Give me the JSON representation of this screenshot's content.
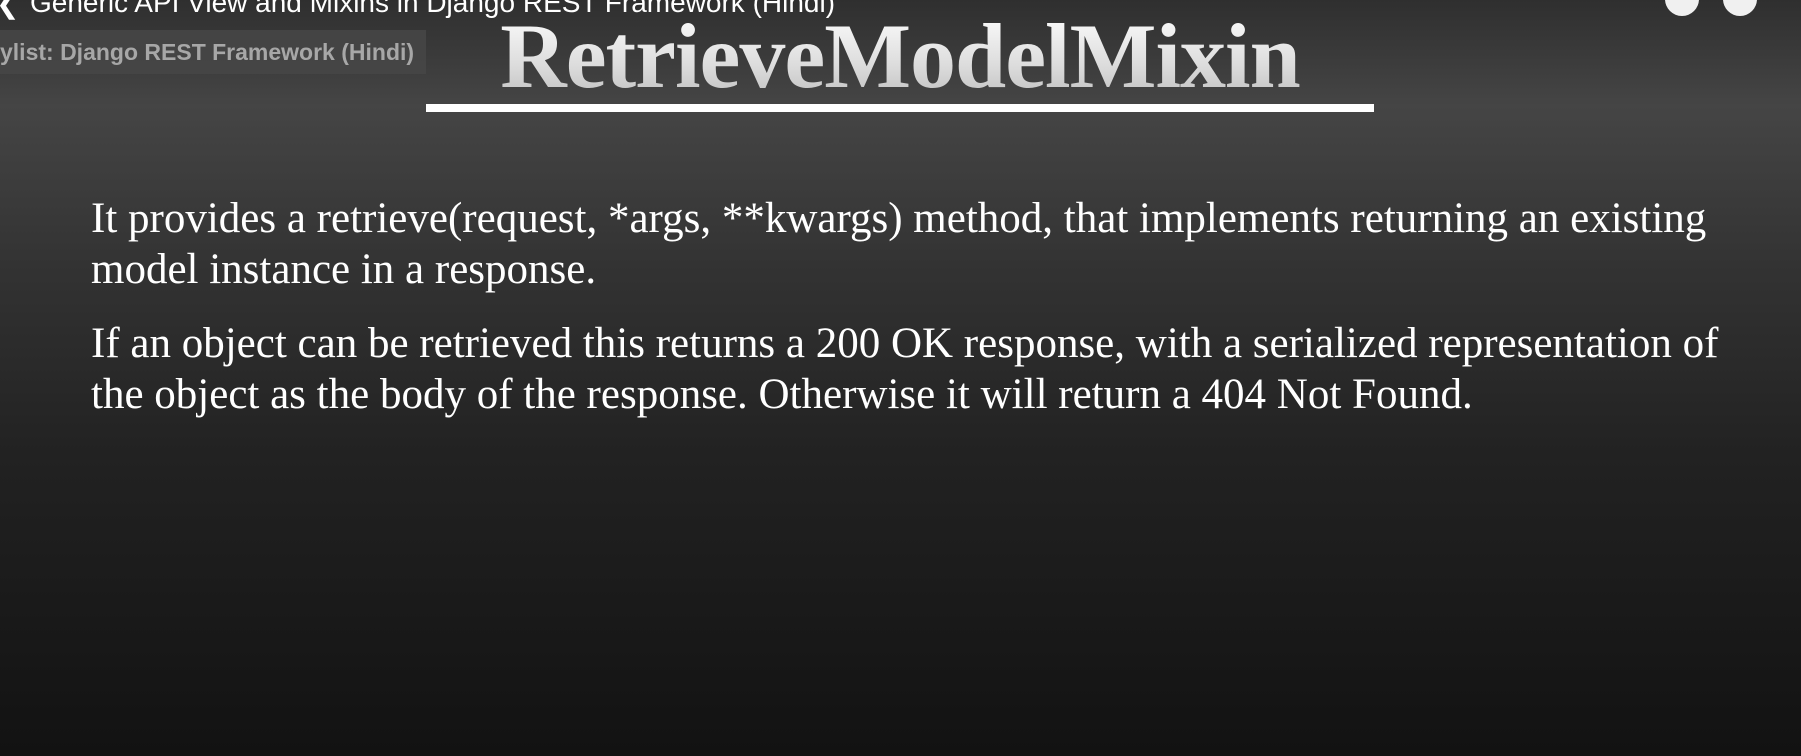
{
  "player": {
    "video_title": "Generic API View and Mixins in Django REST Framework (Hindi)",
    "playlist_label": "ylist: Django REST Framework (Hindi)"
  },
  "slide": {
    "title": "RetrieveModelMixin",
    "paragraph_1": "It provides a retrieve(request, *args, **kwargs) method, that implements returning an existing model instance in a response.",
    "paragraph_2": "If an object can be retrieved this returns a 200 OK response, with a serialized representation of the object as the body of the response. Otherwise it will return a 404 Not Found."
  },
  "icons": {
    "back": "chevron-left-icon",
    "watch_later": "clock-icon",
    "share": "share-icon"
  }
}
